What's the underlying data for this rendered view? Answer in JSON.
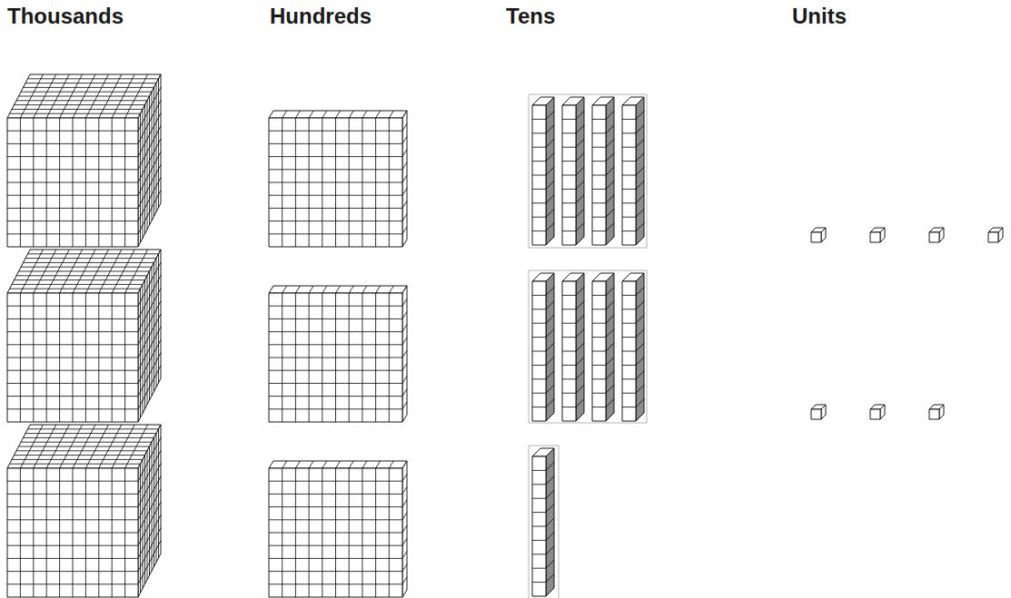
{
  "diagram": {
    "labels": [
      "Thousands",
      "Hundreds",
      "Tens",
      "Units"
    ]
  }
}
